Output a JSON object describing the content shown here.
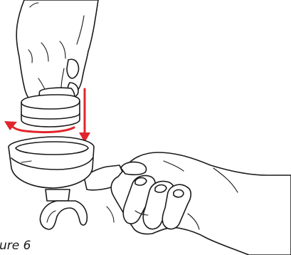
{
  "caption": "ure 6",
  "colors": {
    "line": "#1a1a1a",
    "arrow": "#e0262b",
    "background": "#ffffff"
  },
  "icons": {
    "rotation_arrow": "curved-left-arrow",
    "press_arrow": "down-arrow"
  }
}
